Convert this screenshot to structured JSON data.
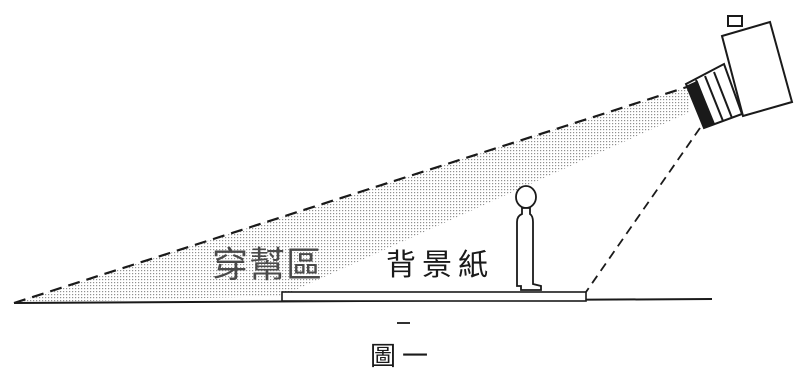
{
  "diagram": {
    "zone_label": "穿幫區",
    "backdrop_label": "背景紙",
    "caption": "圖一"
  },
  "colors": {
    "ink": "#1a1a1a",
    "hatch": "#9a9a9a",
    "background": "#ffffff"
  },
  "icons": [
    "camera-icon",
    "person-silhouette-icon"
  ]
}
